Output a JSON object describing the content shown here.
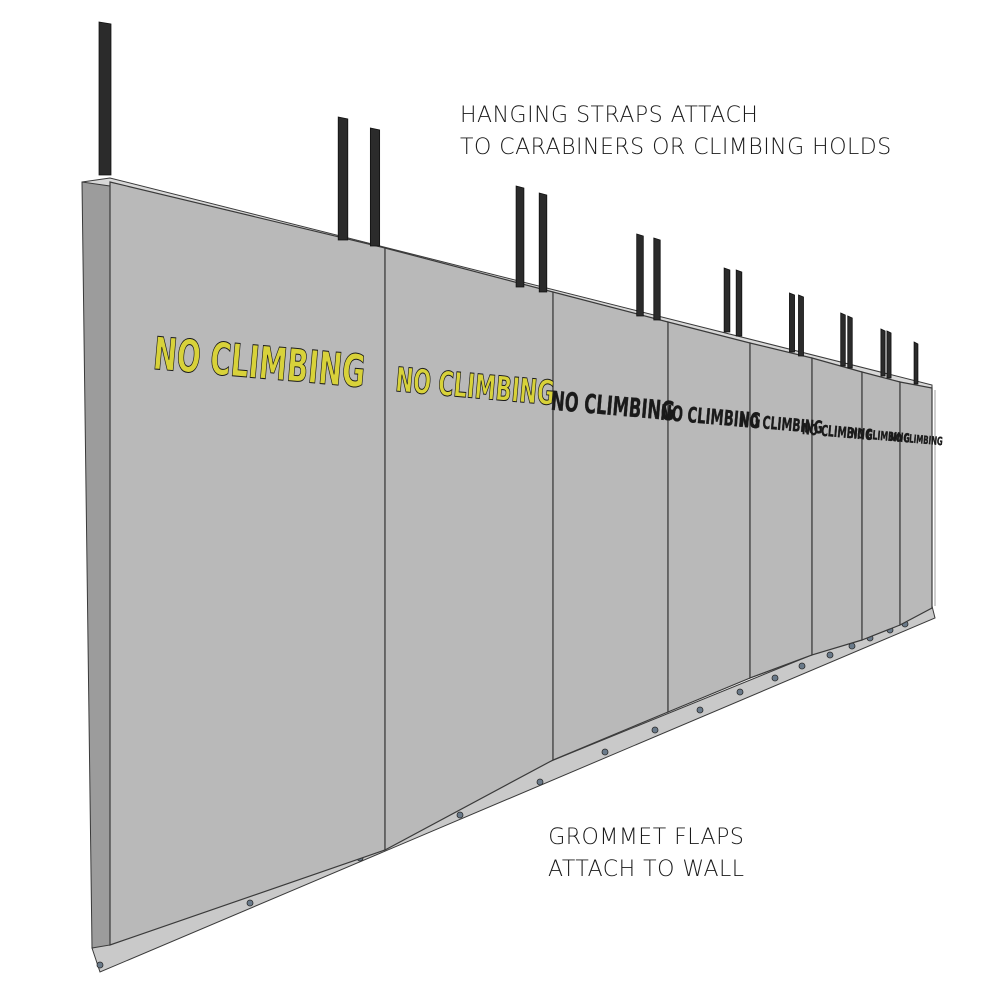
{
  "diagram": {
    "panel_label": "NO CLIMBING",
    "panel_count": 8,
    "colors": {
      "panel_face": "#b9b9b9",
      "panel_top": "#d8d8d8",
      "panel_edge": "#9c9c9c",
      "strap": "#2b2b2b",
      "flap": "#c9c9c9",
      "outline": "#3a3a3a",
      "label_fill_near": "#d8d23a",
      "label_fill_far": "#1a1a1a"
    },
    "icons": [
      "hanging-strap-icon",
      "grommet-icon"
    ]
  },
  "callouts": {
    "top_line1": "HANGING STRAPS ATTACH",
    "top_line2": "TO CARABINERS OR CLIMBING HOLDS",
    "bottom_line1": "GROMMET FLAPS",
    "bottom_line2": "ATTACH TO WALL"
  }
}
